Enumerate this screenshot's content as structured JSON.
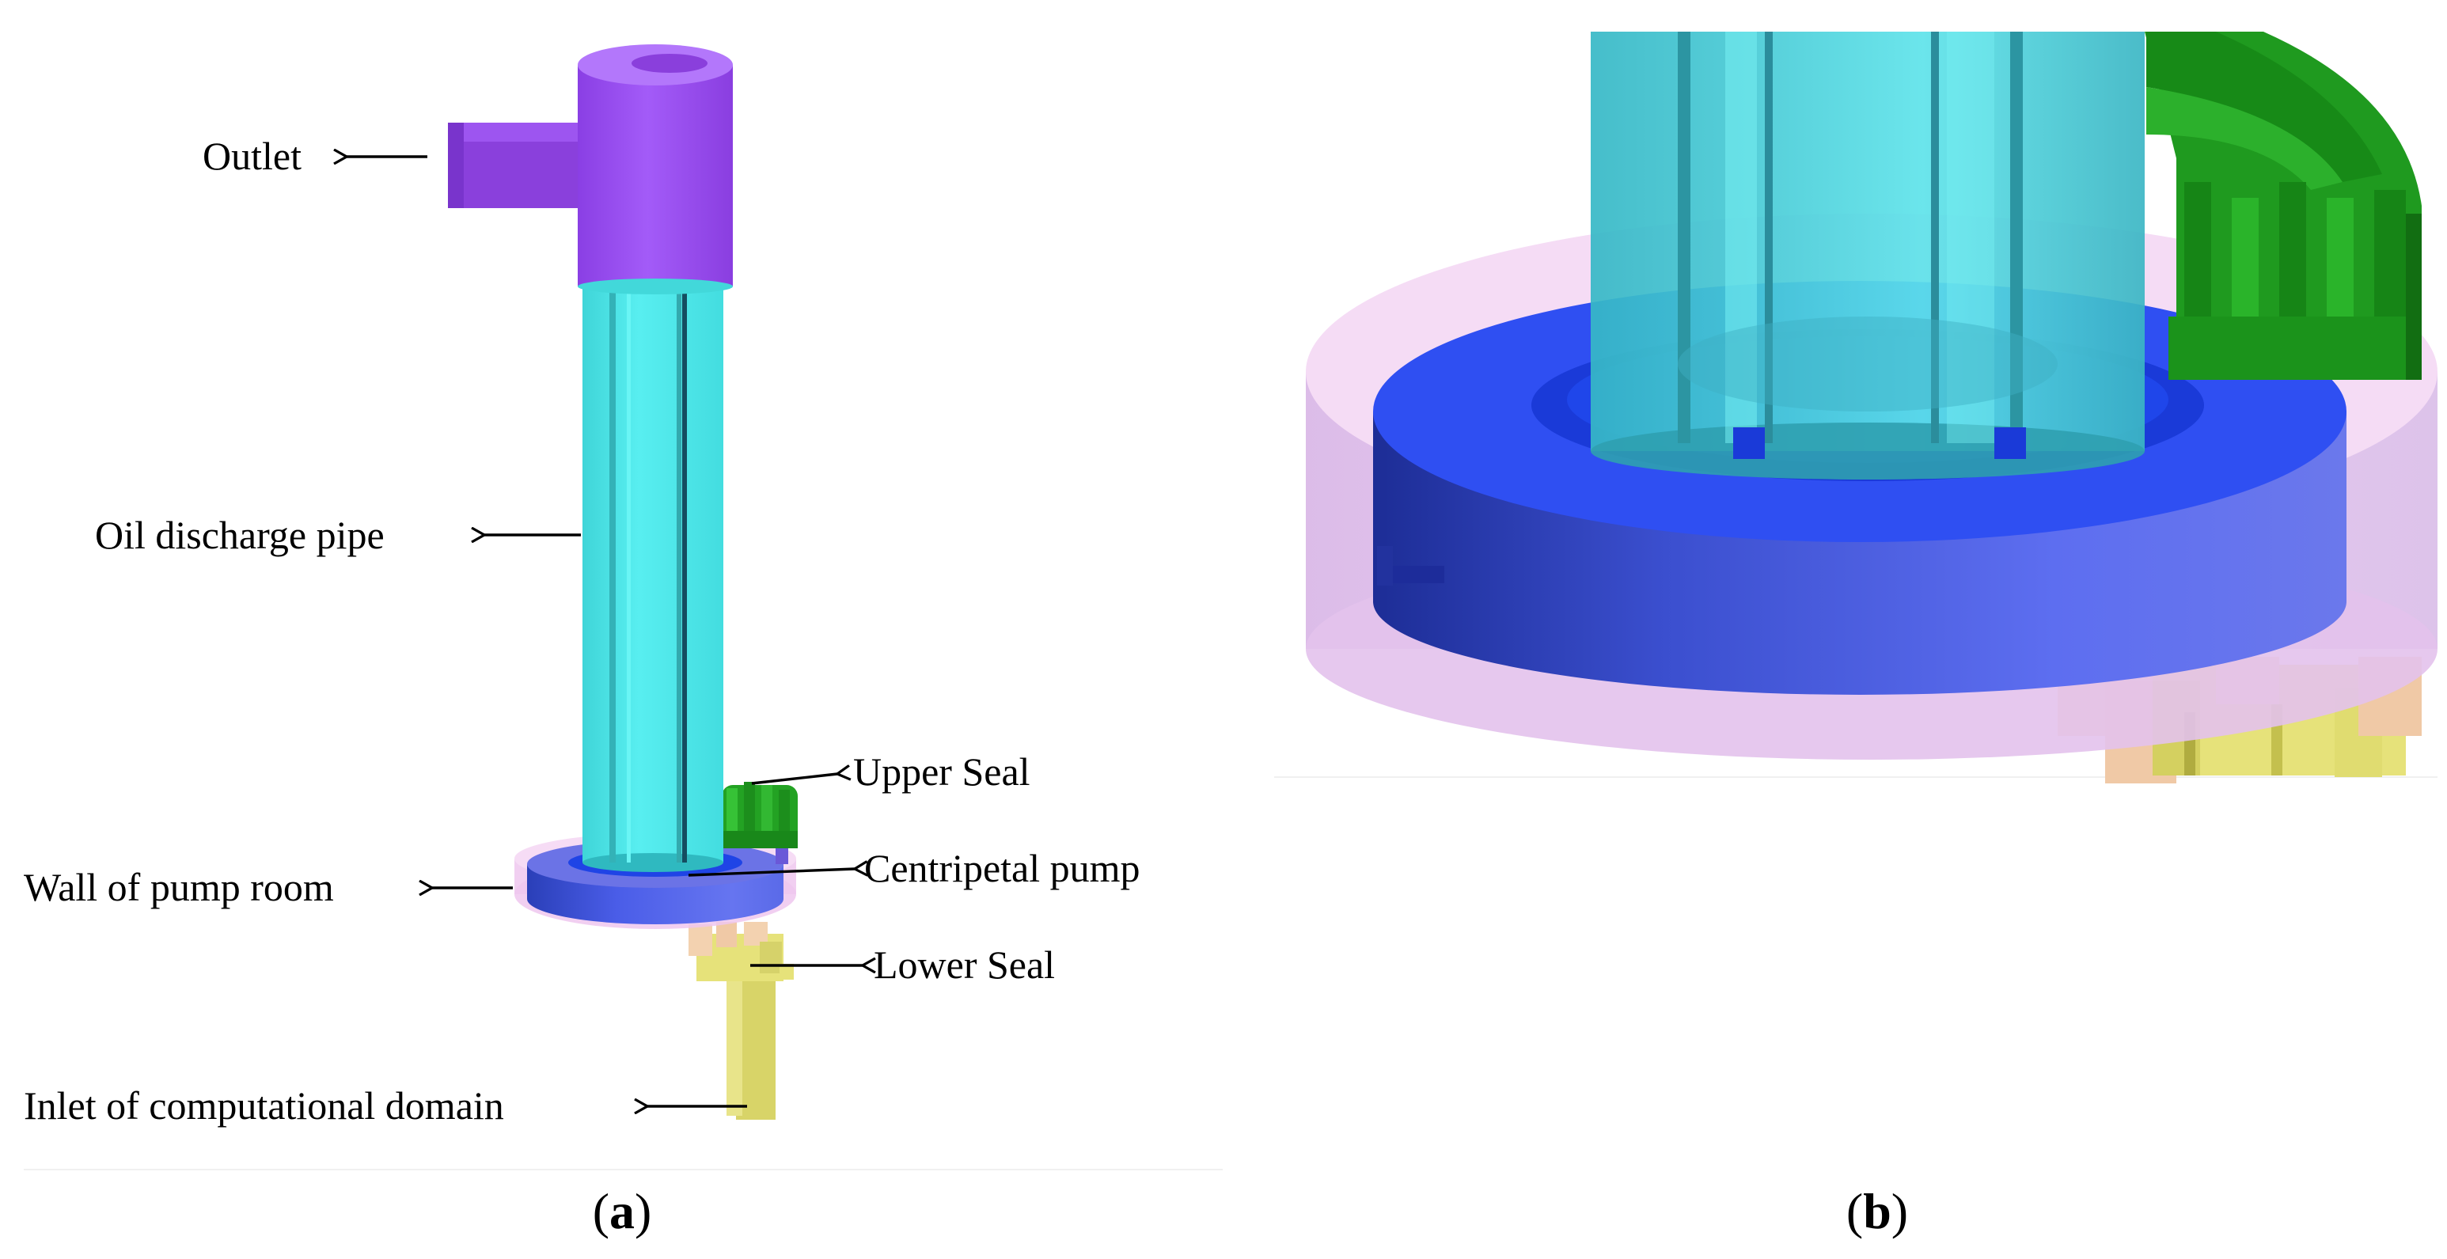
{
  "panel_a": {
    "labels": {
      "outlet": "Outlet",
      "oil_discharge_pipe": "Oil discharge pipe",
      "upper_seal": "Upper Seal",
      "centripetal_pump": "Centripetal pump",
      "wall_of_pump_room": "Wall of pump room",
      "lower_seal": "Lower Seal",
      "inlet": "Inlet of computational domain"
    },
    "caption": {
      "open": "(",
      "letter": "a",
      "close": ")"
    }
  },
  "panel_b": {
    "caption": {
      "open": "(",
      "letter": "b",
      "close": ")"
    }
  },
  "colors": {
    "outlet": "#9a4ef0",
    "pipe": "#4fecec",
    "pump": "#4a5de8",
    "pump_top": "#1f44e6",
    "wall": "#efc7ee",
    "upper_seal": "#1aa21a",
    "lower_seal": "#e6e27a",
    "lower_seal_tan": "#f3d2b0"
  }
}
